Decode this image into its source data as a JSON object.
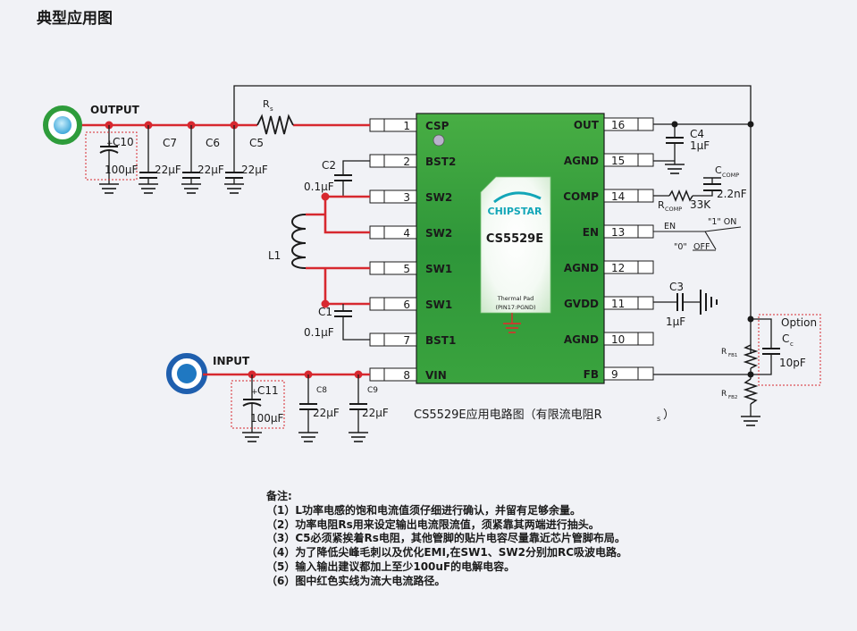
{
  "title": "典型应用图",
  "chip": {
    "logo": "CHIPSTAR",
    "part": "CS5529E",
    "thermal_pad": "Thermal Pad",
    "thermal_pin": "(PIN17:PGND)",
    "left_pins": [
      {
        "num": "1",
        "name": "CSP"
      },
      {
        "num": "2",
        "name": "BST2"
      },
      {
        "num": "3",
        "name": "SW2"
      },
      {
        "num": "4",
        "name": "SW2"
      },
      {
        "num": "5",
        "name": "SW1"
      },
      {
        "num": "6",
        "name": "SW1"
      },
      {
        "num": "7",
        "name": "BST1"
      },
      {
        "num": "8",
        "name": "VIN"
      }
    ],
    "right_pins": [
      {
        "num": "16",
        "name": "OUT"
      },
      {
        "num": "15",
        "name": "AGND"
      },
      {
        "num": "14",
        "name": "COMP"
      },
      {
        "num": "13",
        "name": "EN"
      },
      {
        "num": "12",
        "name": "AGND"
      },
      {
        "num": "11",
        "name": "GVDD"
      },
      {
        "num": "10",
        "name": "AGND"
      },
      {
        "num": "9",
        "name": "FB"
      }
    ]
  },
  "labels": {
    "output": "OUTPUT",
    "input": "INPUT",
    "rs": "R",
    "rs_sub": "s",
    "c10": "C10",
    "c10_val": "100μF",
    "c7": "C7",
    "c6": "C6",
    "c5": "C5",
    "c_22": "22μF",
    "c2": "C2",
    "c2_val": "0.1μF",
    "l1": "L1",
    "c1": "C1",
    "c1_val": "0.1μF",
    "c11": "C11",
    "c11_val": "100μF",
    "c8": "C8",
    "c9": "C9",
    "c4": "C4",
    "c4_val": "1μF",
    "ccomp": "C",
    "ccomp_sub": "COMP",
    "ccomp_val": "2.2nF",
    "rcomp": "R",
    "rcomp_sub": "COMP",
    "rcomp_val": "33K",
    "en": "EN",
    "on": "\"1\" ON",
    "off_q": "\"0\"",
    "off": "OFF",
    "c3": "C3",
    "c3_val": "1μF",
    "option": "Option",
    "cc": "C",
    "cc_sub": "c",
    "cc_val": "10pF",
    "rfb1": "R",
    "rfb1_sub": "FB1",
    "rfb2": "R",
    "rfb2_sub": "FB2",
    "plus": "+",
    "caption": "CS5529E应用电路图（有限流电阻R",
    "caption_sub": "s",
    "caption_end": "）"
  },
  "notes": {
    "heading": "备注:",
    "items": [
      "（1）L功率电感的饱和电流值须仔细进行确认，并留有足够余量。",
      "（2）功率电阻Rs用来设定输出电流限流值，须紧靠其两端进行抽头。",
      "（3）C5必须紧挨着Rs电阻，其他管脚的贴片电容尽量靠近芯片管脚布局。",
      "（4）为了降低尖峰毛刺以及优化EMI,在SW1、SW2分别加RC吸波电路。",
      "（5）输入输出建议都加上至少100uF的电解电容。",
      "（6）图中红色实线为流大电流路径。"
    ]
  },
  "colors": {
    "high_current": "#d7282f",
    "wire": "#1a1a1a",
    "chip_green": "#3fa63c",
    "logo_teal": "#13a6b8",
    "pad_red": "#e8262d",
    "output_ring": "#2e9c3b",
    "input_ring": "#1f5fae"
  }
}
